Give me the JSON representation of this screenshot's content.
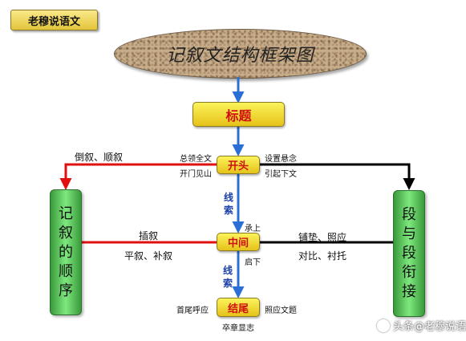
{
  "badge": "老穆说语文",
  "main_title": "记叙文结构框架图",
  "nodes": {
    "title": "标题",
    "opening": "开头",
    "middle": "中间",
    "ending": "结尾"
  },
  "side_boxes": {
    "order": [
      "记",
      "叙",
      "的",
      "顺",
      "序"
    ],
    "para": [
      "段",
      "与",
      "段",
      "衔",
      "接"
    ]
  },
  "labels": {
    "daoxu_shunxu": "倒叙、顺叙",
    "zonglingquanwen": "总领全文",
    "kaimenjianshan": "开门见山",
    "shezhixuannian": "设置悬念",
    "yinqixiawen": "引起下文",
    "xiansuo1": [
      "线",
      "索"
    ],
    "chengshang": "承上",
    "qixia": "启下",
    "chaxu": "插叙",
    "pingxu_buxu": "平叙、补叙",
    "pudian_zhaoying": "铺垫、照应",
    "duibi_chentuo": "对比、衬托",
    "xiansuo2": [
      "线",
      "索"
    ],
    "shouweihuying": "首尾呼应",
    "zhaoyingwenti": "照应文题",
    "zuzhangxianzhi": "卒章显志"
  },
  "watermark": "头条@老穆说语文",
  "colors": {
    "red_line": "#e01010",
    "black_line": "#000000",
    "blue_line": "#2a6fd6"
  }
}
